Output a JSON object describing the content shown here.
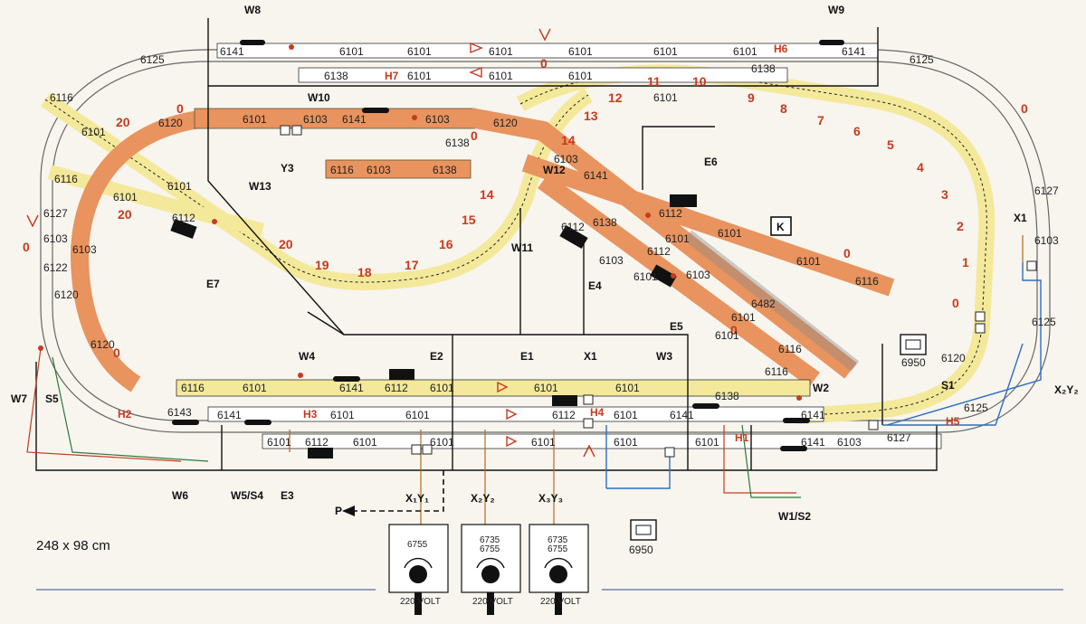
{
  "dimensions": "248 x 98 cm",
  "colors": {
    "yellow": "#f4e99a",
    "orange": "#e9935e",
    "red": "#c83a1e",
    "wire_black": "#111111",
    "wire_blue": "#2d6ec4",
    "wire_green": "#2b7a3a",
    "wire_brown": "#b36a1d",
    "background": "#f7f5ee"
  },
  "turnouts": [
    "W8",
    "W9",
    "W10",
    "W11",
    "W12",
    "W13",
    "W4",
    "W3",
    "W2",
    "W7",
    "W6",
    "W5/S4",
    "W1/S2"
  ],
  "signals": [
    "S5",
    "S1"
  ],
  "stop_tracks": [
    "H1",
    "H2",
    "H3",
    "H4",
    "H5",
    "H6",
    "H7"
  ],
  "uncouplers": [
    "E1",
    "E2",
    "E3",
    "E4",
    "E5",
    "E6",
    "E7"
  ],
  "connectors": [
    "X1",
    "X2",
    "X3",
    "Y1",
    "Y2",
    "Y3"
  ],
  "controls": {
    "p_label": "P",
    "box_6950_a": "6950",
    "box_6950_b": "6950",
    "k_label": "K",
    "transformers": [
      {
        "line1": "6755",
        "line2": "",
        "voltage": "220 VOLT",
        "terminals": "X₁Y₁"
      },
      {
        "line1": "6735",
        "line2": "6755",
        "voltage": "220 VOLT",
        "terminals": "X₂Y₂"
      },
      {
        "line1": "6735",
        "line2": "6755",
        "voltage": "220 VOLT",
        "terminals": "X₃Y₃"
      }
    ]
  },
  "sequence_numbers": [
    "0",
    "1",
    "2",
    "3",
    "4",
    "5",
    "6",
    "7",
    "8",
    "9",
    "10",
    "11",
    "12",
    "13",
    "14",
    "15",
    "16",
    "17",
    "18",
    "19",
    "20"
  ],
  "track_codes": {
    "top_row1": [
      "6141",
      "6101",
      "6101",
      "6101",
      "6101",
      "6101",
      "6101",
      "6141"
    ],
    "top_row2": [
      "6138",
      "6101",
      "6101",
      "6101",
      "6138"
    ],
    "left_yellow": [
      "6116",
      "6101",
      "6101",
      "6116",
      "6101",
      "6112"
    ],
    "curve_codes": [
      "6125",
      "6125",
      "6125",
      "6125",
      "6127",
      "6127",
      "6103",
      "6103",
      "6122",
      "6120",
      "6120",
      "6120"
    ],
    "orange_upper": [
      "6101",
      "6103",
      "6141",
      "6103",
      "6120",
      "6138",
      "6138",
      "6116",
      "6103"
    ],
    "diag": [
      "6103",
      "6141",
      "6112",
      "6138",
      "6112",
      "6103",
      "6101",
      "6101",
      "6112",
      "6103",
      "6101",
      "6116",
      "6116",
      "6482",
      "6101",
      "6101"
    ],
    "right": [
      "6101",
      "6101",
      "6116"
    ],
    "bottom_row1": [
      "6116",
      "6101",
      "6141",
      "6112",
      "6101",
      "6101",
      "6101",
      "6138"
    ],
    "bottom_row2": [
      "6143",
      "6141",
      "6101",
      "6101",
      "6112",
      "6101",
      "6141",
      "6141"
    ],
    "bottom_row3": [
      "6101",
      "6112",
      "6101",
      "6101",
      "6101",
      "6101",
      "6101",
      "6141",
      "6103",
      "6127"
    ]
  }
}
